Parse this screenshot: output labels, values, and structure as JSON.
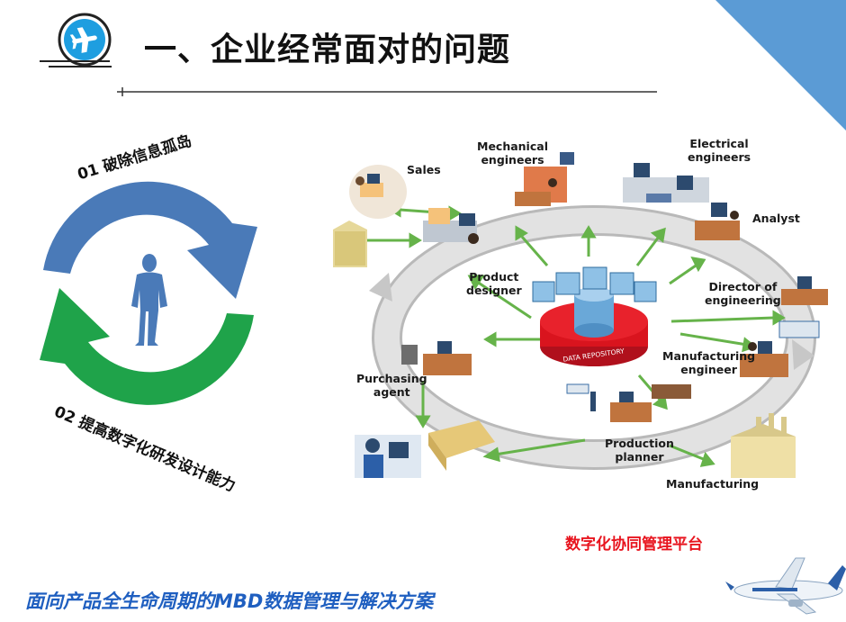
{
  "header": {
    "title": "一、企业经常面对的问题"
  },
  "cycle": {
    "item1": "01 破除信息孤岛",
    "item2": "02 提高数字化研发设计能力"
  },
  "diagram": {
    "hub_label": "DATA REPOSITORY",
    "nodes": {
      "sales": "Sales",
      "mechanical": "Mechanical\nengineers",
      "electrical": "Electrical\nengineers",
      "analyst": "Analyst",
      "product_designer": "Product\ndesigner",
      "director": "Director of\nengineering",
      "manufacturing_engineer": "Manufacturing\nengineer",
      "purchasing": "Purchasing\nagent",
      "production_planner": "Production\nplanner",
      "manufacturing": "Manufacturing"
    }
  },
  "caption": "数字化协同管理平台",
  "footer": "面向产品全生命周期的MBD数据管理与解决方案",
  "colors": {
    "accent_blue": "#4a7ab8",
    "accent_green": "#1fa34a",
    "caption_red": "#e8141e",
    "footer_blue": "#1f5fc0",
    "corner_blue": "#5b9bd5"
  }
}
